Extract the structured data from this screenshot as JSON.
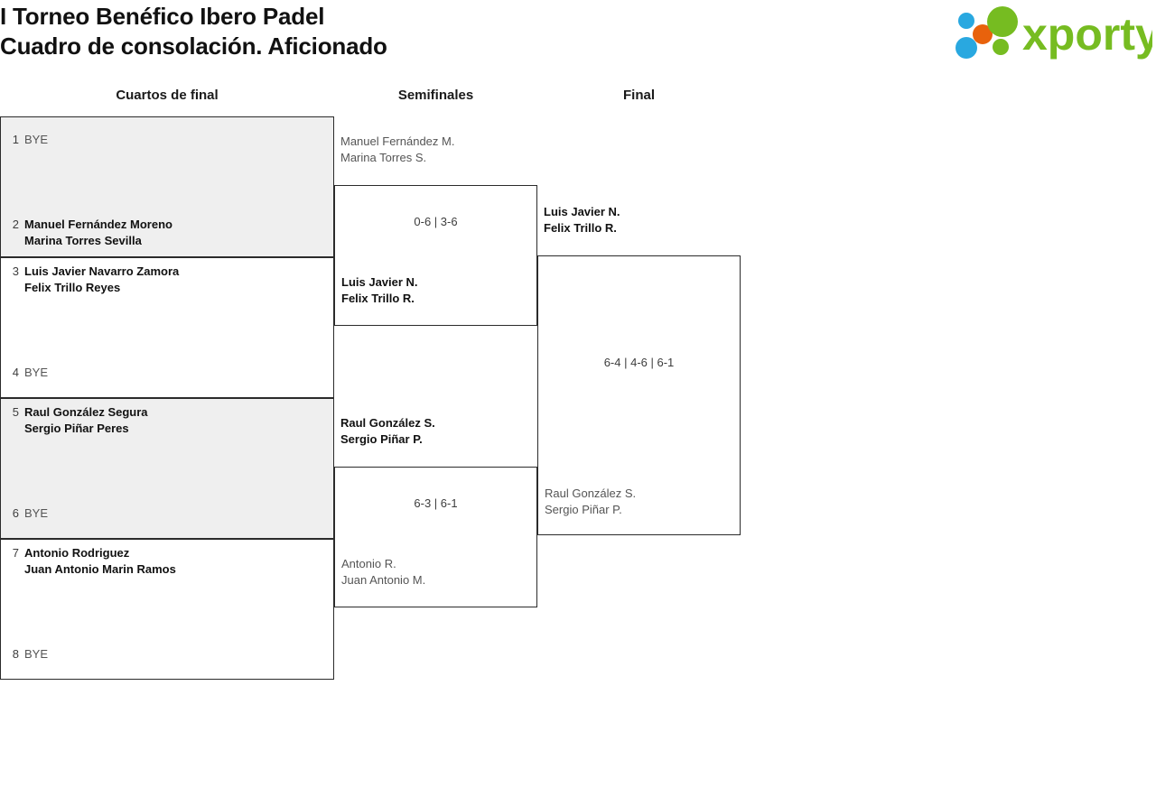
{
  "header": {
    "title_line1": "I Torneo Benéfico Ibero Padel",
    "title_line2": "Cuadro de consolación. Aficionado",
    "logo_text": "xporty",
    "logo_colors": {
      "green": "#76bc21",
      "orange": "#e8620c",
      "blue": "#29a8e0"
    }
  },
  "rounds": [
    {
      "label": "Cuartos de final"
    },
    {
      "label": "Semifinales"
    },
    {
      "label": "Final"
    }
  ],
  "quarterfinals": [
    {
      "top": {
        "seed": "1",
        "lines": [
          "BYE"
        ],
        "result": "lose"
      },
      "bottom": {
        "seed": "2",
        "lines": [
          "Manuel Fernández Moreno",
          "Marina Torres Sevilla"
        ],
        "result": "win"
      }
    },
    {
      "top": {
        "seed": "3",
        "lines": [
          "Luis Javier Navarro Zamora",
          "Felix Trillo Reyes"
        ],
        "result": "win"
      },
      "bottom": {
        "seed": "4",
        "lines": [
          "BYE"
        ],
        "result": "lose"
      }
    },
    {
      "top": {
        "seed": "5",
        "lines": [
          "Raul González Segura",
          "Sergio Piñar Peres"
        ],
        "result": "win"
      },
      "bottom": {
        "seed": "6",
        "lines": [
          "BYE"
        ],
        "result": "lose"
      }
    },
    {
      "top": {
        "seed": "7",
        "lines": [
          "Antonio Rodriguez",
          "Juan Antonio Marin Ramos"
        ],
        "result": "win"
      },
      "bottom": {
        "seed": "8",
        "lines": [
          "BYE"
        ],
        "result": "lose"
      }
    }
  ],
  "semifinals": [
    {
      "score": "0-6 | 3-6",
      "top": {
        "lines": [
          "Manuel Fernández M.",
          "Marina Torres S."
        ],
        "result": "lose"
      },
      "bottom": {
        "lines": [
          "Luis Javier N.",
          "Felix Trillo R."
        ],
        "result": "win"
      }
    },
    {
      "score": "6-3 | 6-1",
      "top": {
        "lines": [
          "Raul González S.",
          "Sergio Piñar P."
        ],
        "result": "win"
      },
      "bottom": {
        "lines": [
          "Antonio R.",
          "Juan Antonio M."
        ],
        "result": "lose"
      }
    }
  ],
  "final": {
    "score": "6-4 | 4-6 | 6-1",
    "top": {
      "lines": [
        "Luis Javier N.",
        "Felix Trillo R."
      ],
      "result": "win"
    },
    "bottom": {
      "lines": [
        "Raul González S.",
        "Sergio Piñar P."
      ],
      "result": "lose"
    }
  }
}
